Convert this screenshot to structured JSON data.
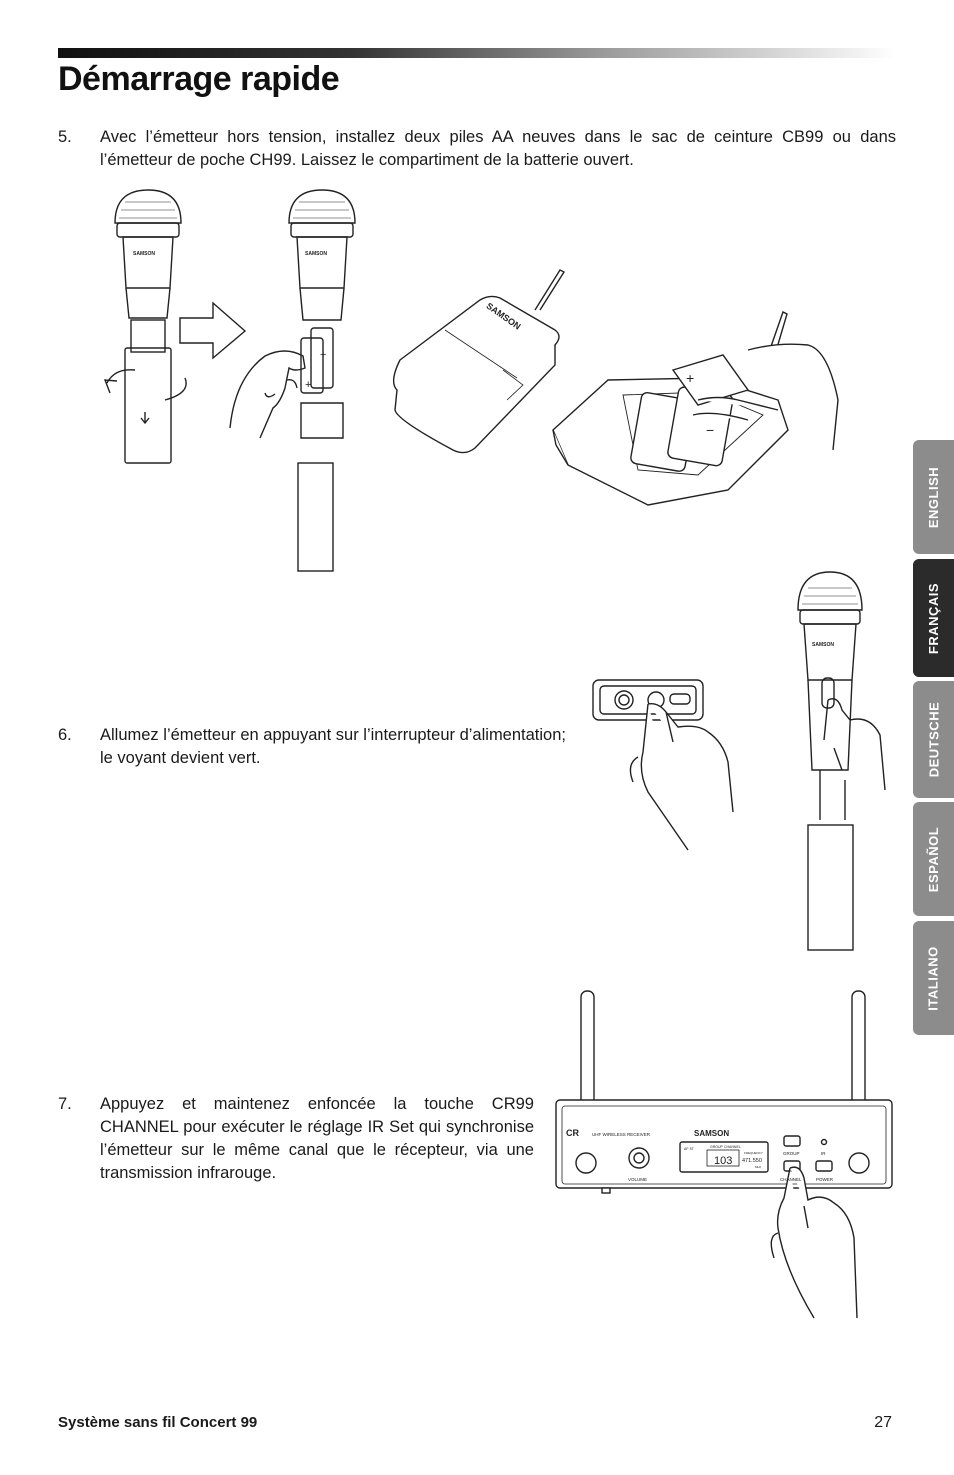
{
  "page": {
    "title": "Démarrage rapide",
    "footer_title": "Système sans fil Concert 99",
    "page_number": "27"
  },
  "steps": [
    {
      "number": "5.",
      "text": "Avec l’émetteur hors tension, installez deux piles AA neuves dans le sac de ceinture CB99 ou dans l’émetteur de poche CH99. Laissez le compartiment de la batterie ouvert."
    },
    {
      "number": "6.",
      "text": "Allumez l’émetteur en appuyant sur l’interrupteur d’alimentation; le voyant devient vert."
    },
    {
      "number": "7.",
      "text": "Appuyez et maintenez enfoncée la touche CR99 CHANNEL pour exécuter le réglage IR Set qui synchronise l’émetteur sur le même canal que le récepteur, via une transmission infrarouge."
    }
  ],
  "language_tabs": [
    {
      "label": "ENGLISH",
      "active": false
    },
    {
      "label": "FRANÇAIS",
      "active": true
    },
    {
      "label": "DEUTSCHE",
      "active": false
    },
    {
      "label": "ESPAÑOL",
      "active": false
    },
    {
      "label": "ITALIANO",
      "active": false
    }
  ],
  "figure_labels": {
    "brand": "SAMSON",
    "receiver_model": "CR",
    "receiver_tag": "UHF WIRELESS RECEIVER",
    "lcd_channel": "103",
    "lcd_frequency": "471.550",
    "lcd_small": "AF ST",
    "lcd_group": "GROUP",
    "lcd_channel_label": "CHANNEL",
    "lcd_freq_label": "FREQUENCY",
    "lcd_mhz": "MHz",
    "volume_label": "VOLUME",
    "group_label": "GROUP",
    "ir_label": "IR",
    "channel_label": "CHANNEL",
    "power_label": "POWER",
    "plus": "+",
    "minus": "−"
  },
  "colors": {
    "tab_inactive": "#8c8c8c",
    "tab_active": "#2b2b2b"
  }
}
